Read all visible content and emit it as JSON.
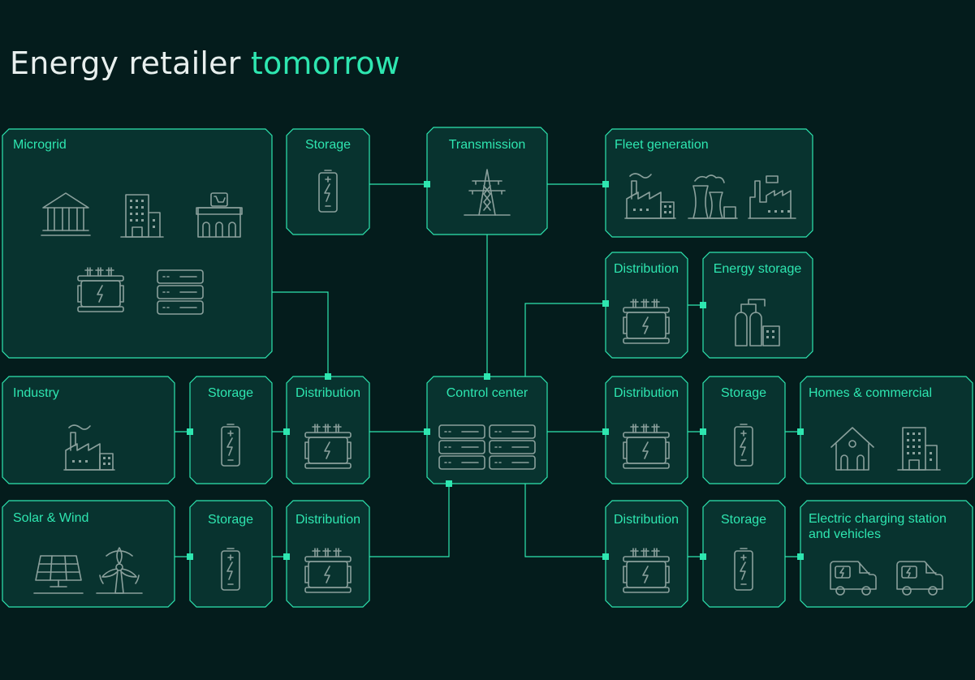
{
  "header": {
    "title_main": "Energy retailer",
    "title_accent": "tomorrow"
  },
  "nodes": {
    "microgrid": {
      "label": "Microgrid",
      "icons": [
        "bank-icon",
        "office-building-icon",
        "shop-icon",
        "transformer-icon",
        "server-icon"
      ]
    },
    "storage_top": {
      "label": "Storage",
      "icons": [
        "battery-icon"
      ]
    },
    "transmission": {
      "label": "Transmission",
      "icons": [
        "transmission-tower-icon"
      ]
    },
    "fleet_generation": {
      "label": "Fleet generation",
      "icons": [
        "factory-icon",
        "power-plant-icon",
        "factory-chimney-icon"
      ]
    },
    "distribution_mid": {
      "label": "Distribution",
      "icons": [
        "transformer-icon"
      ]
    },
    "energy_storage": {
      "label": "Energy storage",
      "icons": [
        "storage-tanks-icon"
      ]
    },
    "industry": {
      "label": "Industry",
      "icons": [
        "factory-icon"
      ]
    },
    "storage_industry": {
      "label": "Storage",
      "icons": [
        "battery-icon"
      ]
    },
    "distribution_industry": {
      "label": "Distribution",
      "icons": [
        "transformer-icon"
      ]
    },
    "control_center": {
      "label": "Control center",
      "icons": [
        "server-icon",
        "server-icon"
      ]
    },
    "distribution_homes": {
      "label": "Distribution",
      "icons": [
        "transformer-icon"
      ]
    },
    "storage_homes": {
      "label": "Storage",
      "icons": [
        "battery-icon"
      ]
    },
    "homes_commercial": {
      "label": "Homes & commercial",
      "icons": [
        "house-icon",
        "office-building-icon"
      ]
    },
    "solar_wind": {
      "label": "Solar & Wind",
      "icons": [
        "solar-panel-icon",
        "wind-turbine-icon"
      ]
    },
    "storage_solar": {
      "label": "Storage",
      "icons": [
        "battery-icon"
      ]
    },
    "distribution_solar": {
      "label": "Distribution",
      "icons": [
        "transformer-icon"
      ]
    },
    "distribution_ev": {
      "label": "Distribution",
      "icons": [
        "transformer-icon"
      ]
    },
    "storage_ev": {
      "label": "Storage",
      "icons": [
        "battery-icon"
      ]
    },
    "ev_charging": {
      "label_line1": "Electric charging station",
      "label_line2": "and vehicles",
      "icons": [
        "electric-van-icon",
        "electric-van-icon"
      ]
    }
  },
  "connections": [
    [
      "storage_top",
      "transmission"
    ],
    [
      "transmission",
      "fleet_generation"
    ],
    [
      "transmission",
      "control_center"
    ],
    [
      "microgrid",
      "distribution_industry"
    ],
    [
      "industry",
      "storage_industry"
    ],
    [
      "storage_industry",
      "distribution_industry"
    ],
    [
      "distribution_industry",
      "control_center"
    ],
    [
      "control_center",
      "distribution_mid"
    ],
    [
      "distribution_mid",
      "energy_storage"
    ],
    [
      "control_center",
      "distribution_homes"
    ],
    [
      "distribution_homes",
      "storage_homes"
    ],
    [
      "storage_homes",
      "homes_commercial"
    ],
    [
      "solar_wind",
      "storage_solar"
    ],
    [
      "storage_solar",
      "distribution_solar"
    ],
    [
      "distribution_solar",
      "control_center"
    ],
    [
      "control_center",
      "distribution_ev"
    ],
    [
      "distribution_ev",
      "storage_ev"
    ],
    [
      "storage_ev",
      "ev_charging"
    ]
  ],
  "colors": {
    "background": "#041c1c",
    "node_fill": "#08332f",
    "accent": "#2ee6b0",
    "icon": "#8aa09c",
    "title": "#e8efee"
  }
}
